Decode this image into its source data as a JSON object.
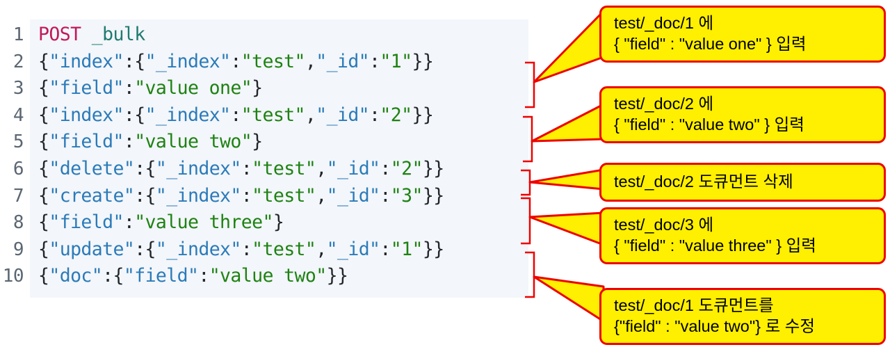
{
  "code": {
    "language": "console",
    "background": "#f3f6fa",
    "gutter_color": "#5a6672",
    "colors": {
      "method": "#c2185b",
      "path": "#1f7a70",
      "key": "#2b7bb9",
      "string": "#1e8213",
      "punctuation": "#22262b"
    },
    "line_numbers": [
      "1",
      "2",
      "3",
      "4",
      "5",
      "6",
      "7",
      "8",
      "9",
      "10"
    ],
    "lines": [
      "POST _bulk",
      "{\"index\":{\"_index\":\"test\",\"_id\":\"1\"}}",
      "{\"field\":\"value one\"}",
      "{\"index\":{\"_index\":\"test\",\"_id\":\"2\"}}",
      "{\"field\":\"value two\"}",
      "{\"delete\":{\"_index\":\"test\",\"_id\":\"2\"}}",
      "{\"create\":{\"_index\":\"test\",\"_id\":\"3\"}}",
      "{\"field\":\"value three\"}",
      "{\"update\":{\"_index\":\"test\",\"_id\":\"1\"}}",
      "{\"doc\":{\"field\":\"value two\"}}"
    ]
  },
  "callouts": [
    {
      "id": "callout-index-1",
      "line1": "test/_doc/1 에",
      "line2": "{ \"field\" : \"value one\" } 입력",
      "targets_lines": [
        "2",
        "3"
      ]
    },
    {
      "id": "callout-index-2",
      "line1": "test/_doc/2 에",
      "line2": "{ \"field\" : \"value two\" } 입력",
      "targets_lines": [
        "4",
        "5"
      ]
    },
    {
      "id": "callout-delete-2",
      "line1": "test/_doc/2 도큐먼트 삭제",
      "line2": "",
      "targets_lines": [
        "6"
      ]
    },
    {
      "id": "callout-create-3",
      "line1": "test/_doc/3 에",
      "line2": "{ \"field\" : \"value three\" } 입력",
      "targets_lines": [
        "7",
        "8"
      ]
    },
    {
      "id": "callout-update-1",
      "line1": "test/_doc/1 도큐먼트를",
      "line2": "{\"field\" : \"value two\"} 로 수정",
      "targets_lines": [
        "9",
        "10"
      ]
    }
  ],
  "annotation_colors": {
    "callout_fill": "#ffef00",
    "callout_border": "#ee0000",
    "bracket": "#ee0000"
  }
}
